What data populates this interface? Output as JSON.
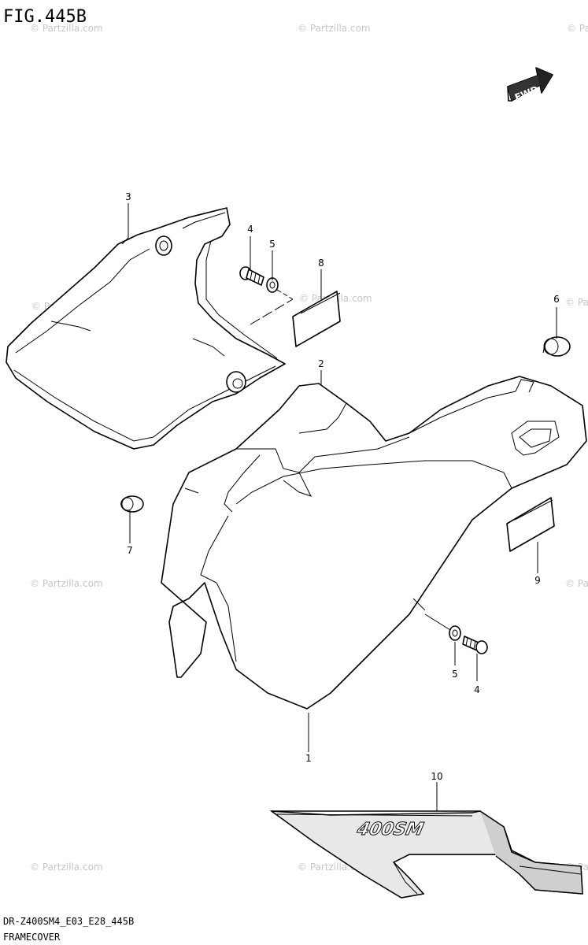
{
  "figure": {
    "title": "FIG.445B",
    "code": "DR-Z400SM4_E03_E28_445B",
    "caption": "FRAMECOVER"
  },
  "watermark": "© Partzilla.com",
  "fwd_label": "FWD",
  "decal_text": "400SM",
  "callouts": [
    "1",
    "2",
    "3",
    "4",
    "5",
    "8",
    "6",
    "7",
    "9",
    "5",
    "4",
    "10"
  ]
}
